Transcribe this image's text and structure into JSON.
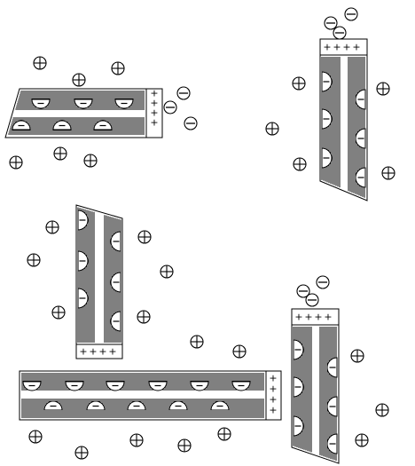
{
  "diagram": {
    "symbols": {
      "plus": "+",
      "minus": "−"
    },
    "colors": {
      "ink": "#000000",
      "paper": "#ffffff"
    },
    "panels": [
      {
        "id": "top-left",
        "orientation": "horizontal",
        "charge_side": "right",
        "bound_charges": 4,
        "negative_sites": 6,
        "free_cations": 6,
        "free_anions": 3
      },
      {
        "id": "top-right",
        "orientation": "vertical",
        "charge_side": "top",
        "bound_charges": 4,
        "negative_sites": 6,
        "free_cations": 5,
        "free_anions": 3
      },
      {
        "id": "middle-left",
        "orientation": "vertical",
        "charge_side": "bottom",
        "bound_charges": 4,
        "negative_sites": 6,
        "free_cations": 6,
        "free_anions": 0
      },
      {
        "id": "bottom-left",
        "orientation": "horizontal",
        "charge_side": "right",
        "bound_charges": 4,
        "negative_sites": 11,
        "free_cations": 7,
        "free_anions": 0
      },
      {
        "id": "bottom-right",
        "orientation": "vertical",
        "charge_side": "top",
        "bound_charges": 4,
        "negative_sites": 6,
        "free_cations": 3,
        "free_anions": 3
      }
    ]
  }
}
